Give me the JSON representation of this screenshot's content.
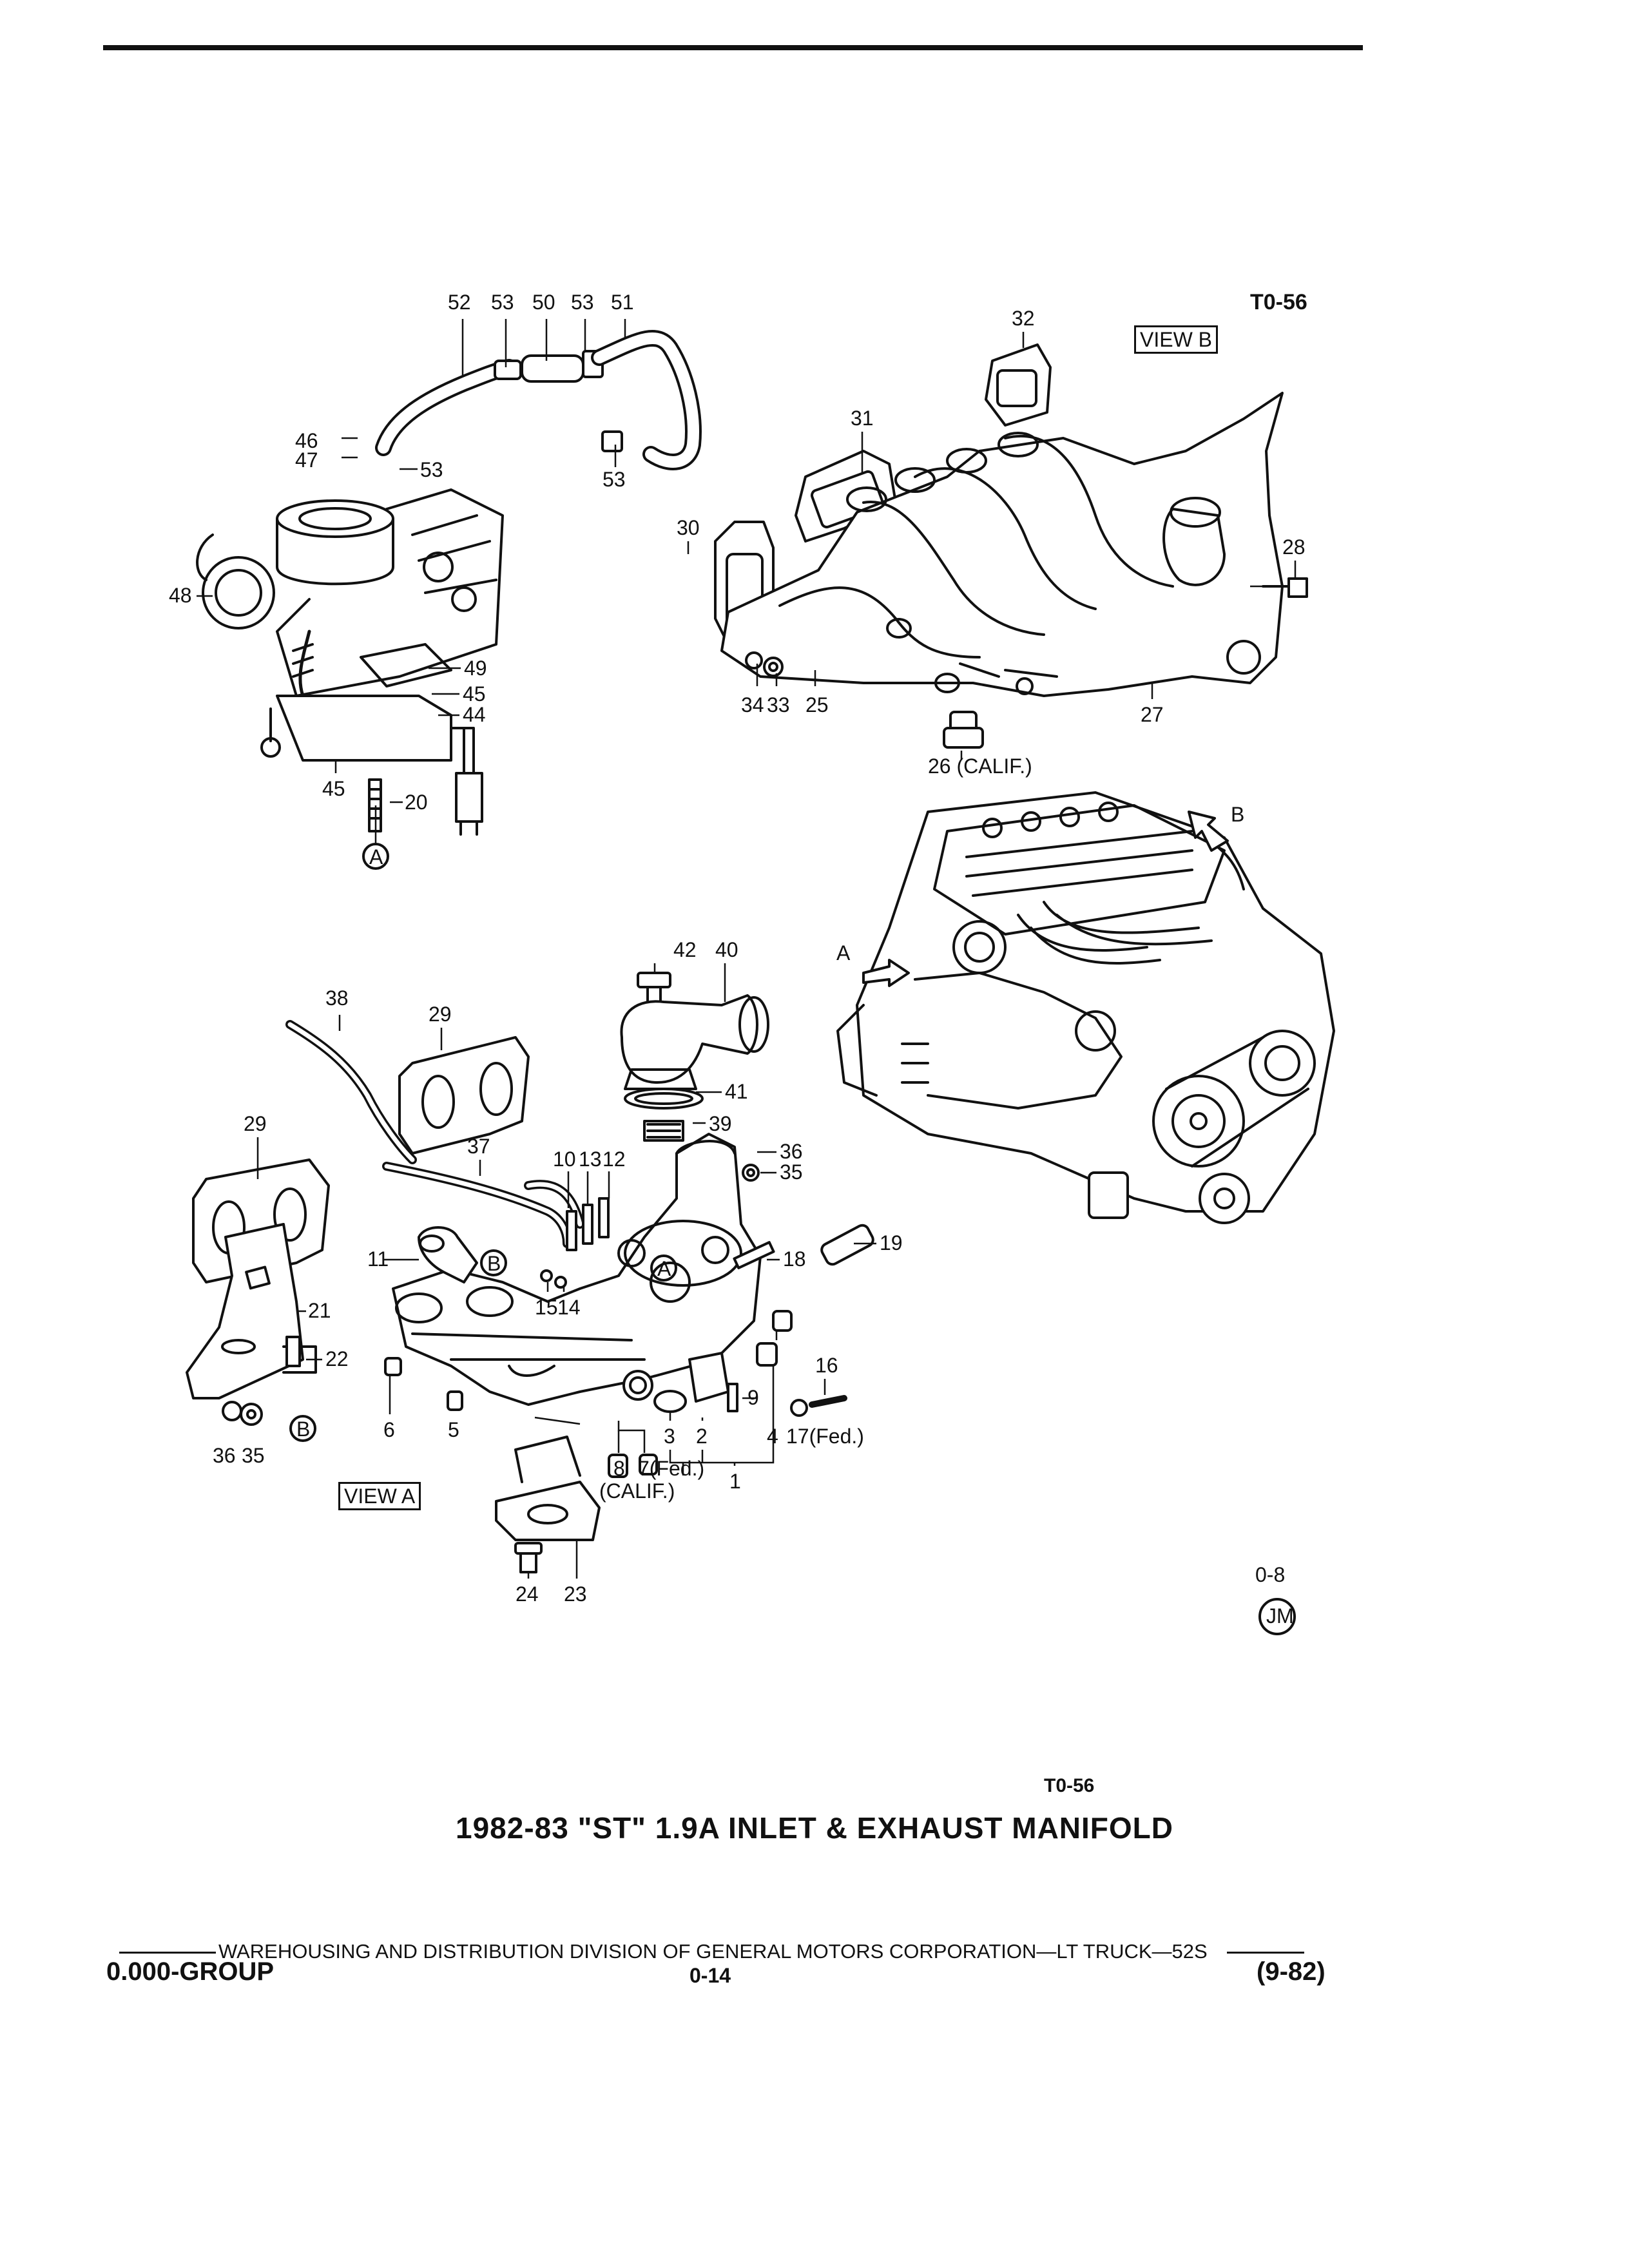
{
  "header": {
    "ref_code": "T0-56"
  },
  "figure": {
    "views": {
      "view_b": "VIEW B",
      "view_a": "VIEW A"
    },
    "engine_arrows": {
      "a": "A",
      "b": "B"
    },
    "callouts": {
      "c52": "52",
      "c53a": "53",
      "c50": "50",
      "c53b": "53",
      "c51": "51",
      "c46": "46",
      "c47": "47",
      "c53c": "53",
      "c53d": "53",
      "c48": "48",
      "c49": "49",
      "c45a": "45",
      "c44": "44",
      "c45b": "45",
      "c20": "20",
      "cA1": "A",
      "c32": "32",
      "c31": "31",
      "c30": "30",
      "c28": "28",
      "c34": "34",
      "c33": "33",
      "c25": "25",
      "c27": "27",
      "c26": "26 (CALIF.)",
      "c42": "42",
      "c40": "40",
      "c41": "41",
      "c39": "39",
      "c36a": "36",
      "c35a": "35",
      "c38": "38",
      "c29a": "29",
      "c29b": "29",
      "c37": "37",
      "c10": "10",
      "c13": "13",
      "c12": "12",
      "c11": "11",
      "c15": "15",
      "c14": "14",
      "c18": "18",
      "c19": "19",
      "cB1": "B",
      "cA2": "A",
      "c21": "21",
      "c22": "22",
      "cB2": "B",
      "c36b": "36",
      "c35b": "35",
      "c6": "6",
      "c5": "5",
      "c3": "3",
      "c2": "2",
      "c4": "4",
      "c1": "1",
      "c9": "9",
      "c16": "16",
      "c17": "17(Fed.)",
      "c8": "8",
      "c7": "7(Fed.)",
      "c_calif": "(CALIF.)",
      "c24": "24",
      "c23": "23"
    },
    "catalog_ref": "0-8",
    "badge": "JM"
  },
  "bottom_ref": "T0-56",
  "caption": "1982-83 \"ST\" 1.9A INLET & EXHAUST MANIFOLD",
  "footer": {
    "division": "WAREHOUSING AND DISTRIBUTION  DIVISION OF GENERAL MOTORS CORPORATION—LT TRUCK—52S",
    "group": "0.000-GROUP",
    "page": "0-14",
    "date": "(9-82)"
  }
}
